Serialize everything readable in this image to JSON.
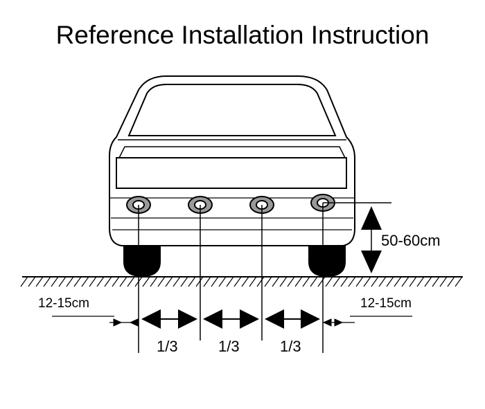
{
  "title": "Reference Installation Instruction",
  "labels": {
    "height": "50-60cm",
    "left_edge": "12-15cm",
    "right_edge": "12-15cm",
    "spacing_1": "1/3",
    "spacing_2": "1/3",
    "spacing_3": "1/3"
  },
  "sensor_count": 4,
  "colors": {
    "ink": "#000000",
    "background": "#ffffff",
    "tire": "#000000"
  }
}
